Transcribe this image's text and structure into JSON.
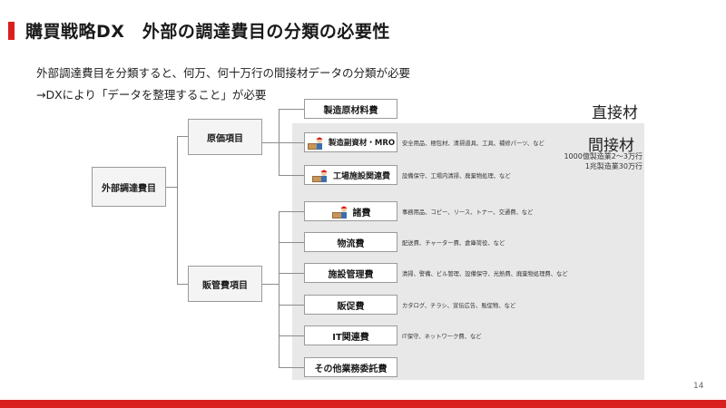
{
  "slide": {
    "title": "購買戦略DX　外部の調達費目の分類の必要性",
    "subtitle_line1": "外部調達費目を分類すると、何万、何十万行の間接材データの分類が必要",
    "subtitle_line2": "→DXにより「データを整理すること」が必要",
    "page_number": "14"
  },
  "tree": {
    "root": "外部調達費目",
    "branch_cost": "原価項目",
    "branch_sga": "販管費項目"
  },
  "leaves": [
    {
      "label": "製造原材料費",
      "desc": ""
    },
    {
      "label": "製造副資材・MRO",
      "desc": "安全用品、梱包材、清掃道具、工具、補修パーツ、など"
    },
    {
      "label": "工場施設関連費",
      "desc": "設備保守、工場内清掃、廃棄物処理、など"
    },
    {
      "label": "諸費",
      "desc": "事務用品、コピー、リース、トナー、交通費、など"
    },
    {
      "label": "物流費",
      "desc": "配送費、チャーター費、倉庫荷役、など"
    },
    {
      "label": "施設管理費",
      "desc": "清掃、警備、ビル管理、設備保守、光熱費、廃棄物処理費、など"
    },
    {
      "label": "販促費",
      "desc": "カタログ、チラシ、宣伝広告、販促物、など"
    },
    {
      "label": "IT関連費",
      "desc": "IT保守、ネットワーク費、など"
    },
    {
      "label": "その他業務委託費",
      "desc": ""
    }
  ],
  "annotations": {
    "direct": "直接材",
    "indirect": "間接材",
    "scale_line1": "1000億製造業2～3万行",
    "scale_line2": "1兆製造業30万行"
  },
  "icons": {
    "leaf_icon": "worker-icon"
  },
  "colors": {
    "accent": "#d9201f",
    "panel": "#e8e8e8"
  }
}
